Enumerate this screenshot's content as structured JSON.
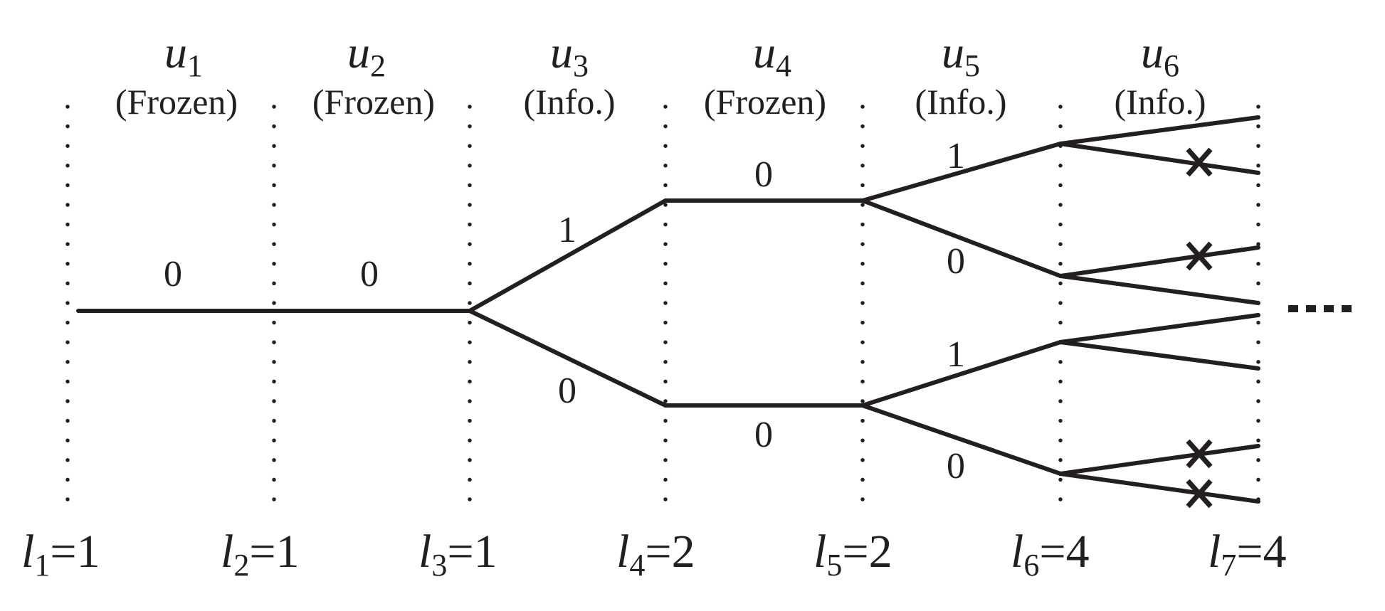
{
  "stages": [
    {
      "var": "u",
      "sub": "1",
      "status": "(Frozen)"
    },
    {
      "var": "u",
      "sub": "2",
      "status": "(Frozen)"
    },
    {
      "var": "u",
      "sub": "3",
      "status": "(Info.)"
    },
    {
      "var": "u",
      "sub": "4",
      "status": "(Frozen)"
    },
    {
      "var": "u",
      "sub": "5",
      "status": "(Info.)"
    },
    {
      "var": "u",
      "sub": "6",
      "status": "(Info.)"
    }
  ],
  "list_sizes": [
    {
      "var": "l",
      "sub": "1",
      "eq": "=1"
    },
    {
      "var": "l",
      "sub": "2",
      "eq": "=1"
    },
    {
      "var": "l",
      "sub": "3",
      "eq": "=1"
    },
    {
      "var": "l",
      "sub": "4",
      "eq": "=2"
    },
    {
      "var": "l",
      "sub": "5",
      "eq": "=2"
    },
    {
      "var": "l",
      "sub": "6",
      "eq": "=4"
    },
    {
      "var": "l",
      "sub": "7",
      "eq": "=4"
    }
  ],
  "edge_labels": {
    "s1": "0",
    "s2": "0",
    "s3_upper": "1",
    "s3_lower": "0",
    "s4_upper": "0",
    "s4_lower": "0",
    "s5_a": "1",
    "s5_b": "0",
    "s5_c": "1",
    "s5_d": "0"
  },
  "pruned_paths": 4
}
